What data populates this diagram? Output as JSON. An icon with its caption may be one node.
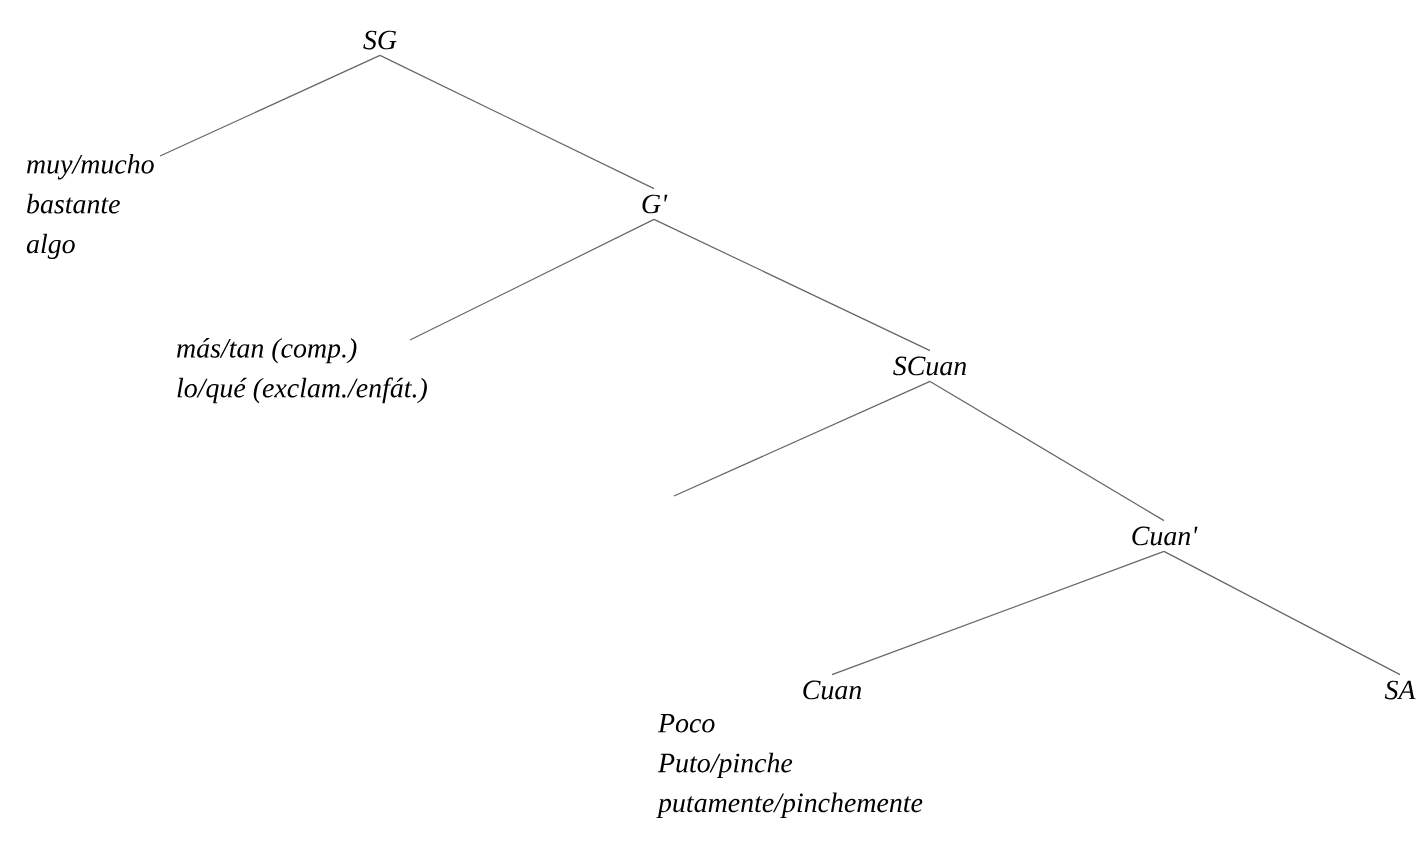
{
  "diagram": {
    "nodes": [
      {
        "text": [
          "SG"
        ]
      },
      {
        "text": [
          "muy/mucho",
          "bastante",
          "algo"
        ]
      },
      {
        "text": [
          "G'"
        ]
      },
      {
        "text": [
          "más/tan (comp.)",
          "lo/qué (exclam./enfát.)"
        ]
      },
      {
        "text": [
          "SCuan"
        ]
      },
      {
        "text": [
          "Cuan'"
        ]
      },
      {
        "text": [
          "Cuan"
        ],
        "beside": [
          "Poco",
          "Puto/pinche",
          "putamente/pinchemente"
        ]
      },
      {
        "text": [
          "SA"
        ]
      }
    ],
    "edges": [
      {
        "from": 0,
        "to": 1,
        "arrow": "none"
      },
      {
        "from": 0,
        "to": 2,
        "arrow": "none"
      },
      {
        "from": 2,
        "to": 3,
        "arrow": "none"
      },
      {
        "from": 2,
        "to": 4,
        "arrow": "none"
      },
      {
        "from": 4,
        "to": null,
        "arrow": "none"
      },
      {
        "from": 4,
        "to": 5,
        "arrow": "none"
      },
      {
        "from": 5,
        "to": 6,
        "arrow": "none"
      },
      {
        "from": 5,
        "to": 7,
        "arrow": "none"
      }
    ]
  }
}
